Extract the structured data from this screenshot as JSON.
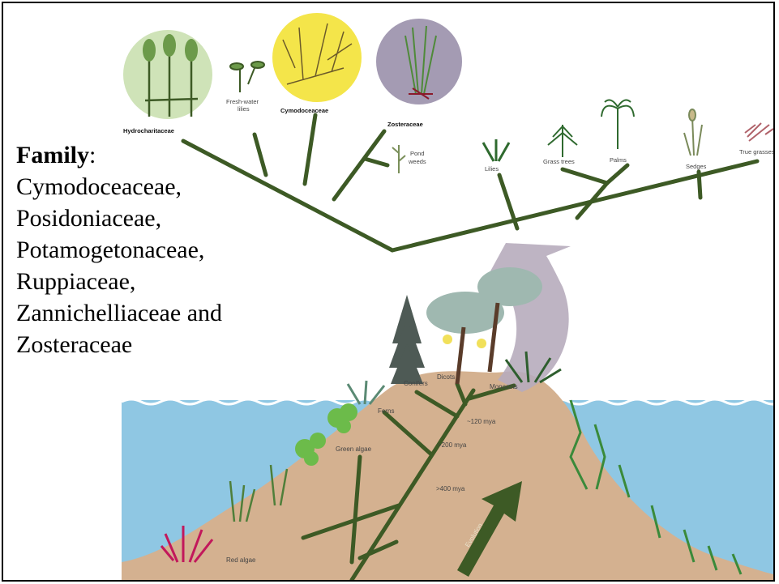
{
  "family_heading": {
    "label": "Family",
    "colon": ":",
    "lines": [
      "Cymodoceaceae,",
      "Posidoniaceae,",
      "Potamogetonaceae,",
      "Ruppiaceae,",
      "Zannichelliaceae and",
      "Zosteraceae"
    ]
  },
  "top_tree": {
    "highlighted": [
      {
        "label": "Hydrocharitaceae",
        "circle_color": "#cfe3b8"
      },
      {
        "label": "Cymodoceaceae",
        "circle_color": "#f4e54a"
      },
      {
        "label": "Zosteraceae",
        "circle_color": "#a49bb3"
      }
    ],
    "others": [
      {
        "label": "Fresh-water lilies",
        "line1": "Fresh-water",
        "line2": "lilies"
      },
      {
        "label": "Pond weeds",
        "line1": "Pond",
        "line2": "weeds"
      },
      {
        "label": "Lilies"
      },
      {
        "label": "Grass trees"
      },
      {
        "label": "Palms"
      },
      {
        "label": "Sedges"
      },
      {
        "label": "True grasses"
      }
    ],
    "branch_color": "#3d5a25"
  },
  "lower_tree": {
    "groups": [
      "Red algae",
      "Green algae",
      "Ferns",
      "Conifers",
      "Dicots",
      "Monocots"
    ],
    "ages": [
      ">400 mya",
      ">200 mya",
      "~120 mya"
    ],
    "arrow_label": "Evolution"
  },
  "colors": {
    "water": "#8fc7e3",
    "ground": "#d4b190",
    "branch": "#3d5a25",
    "return_arrow": "#b7acbc"
  }
}
